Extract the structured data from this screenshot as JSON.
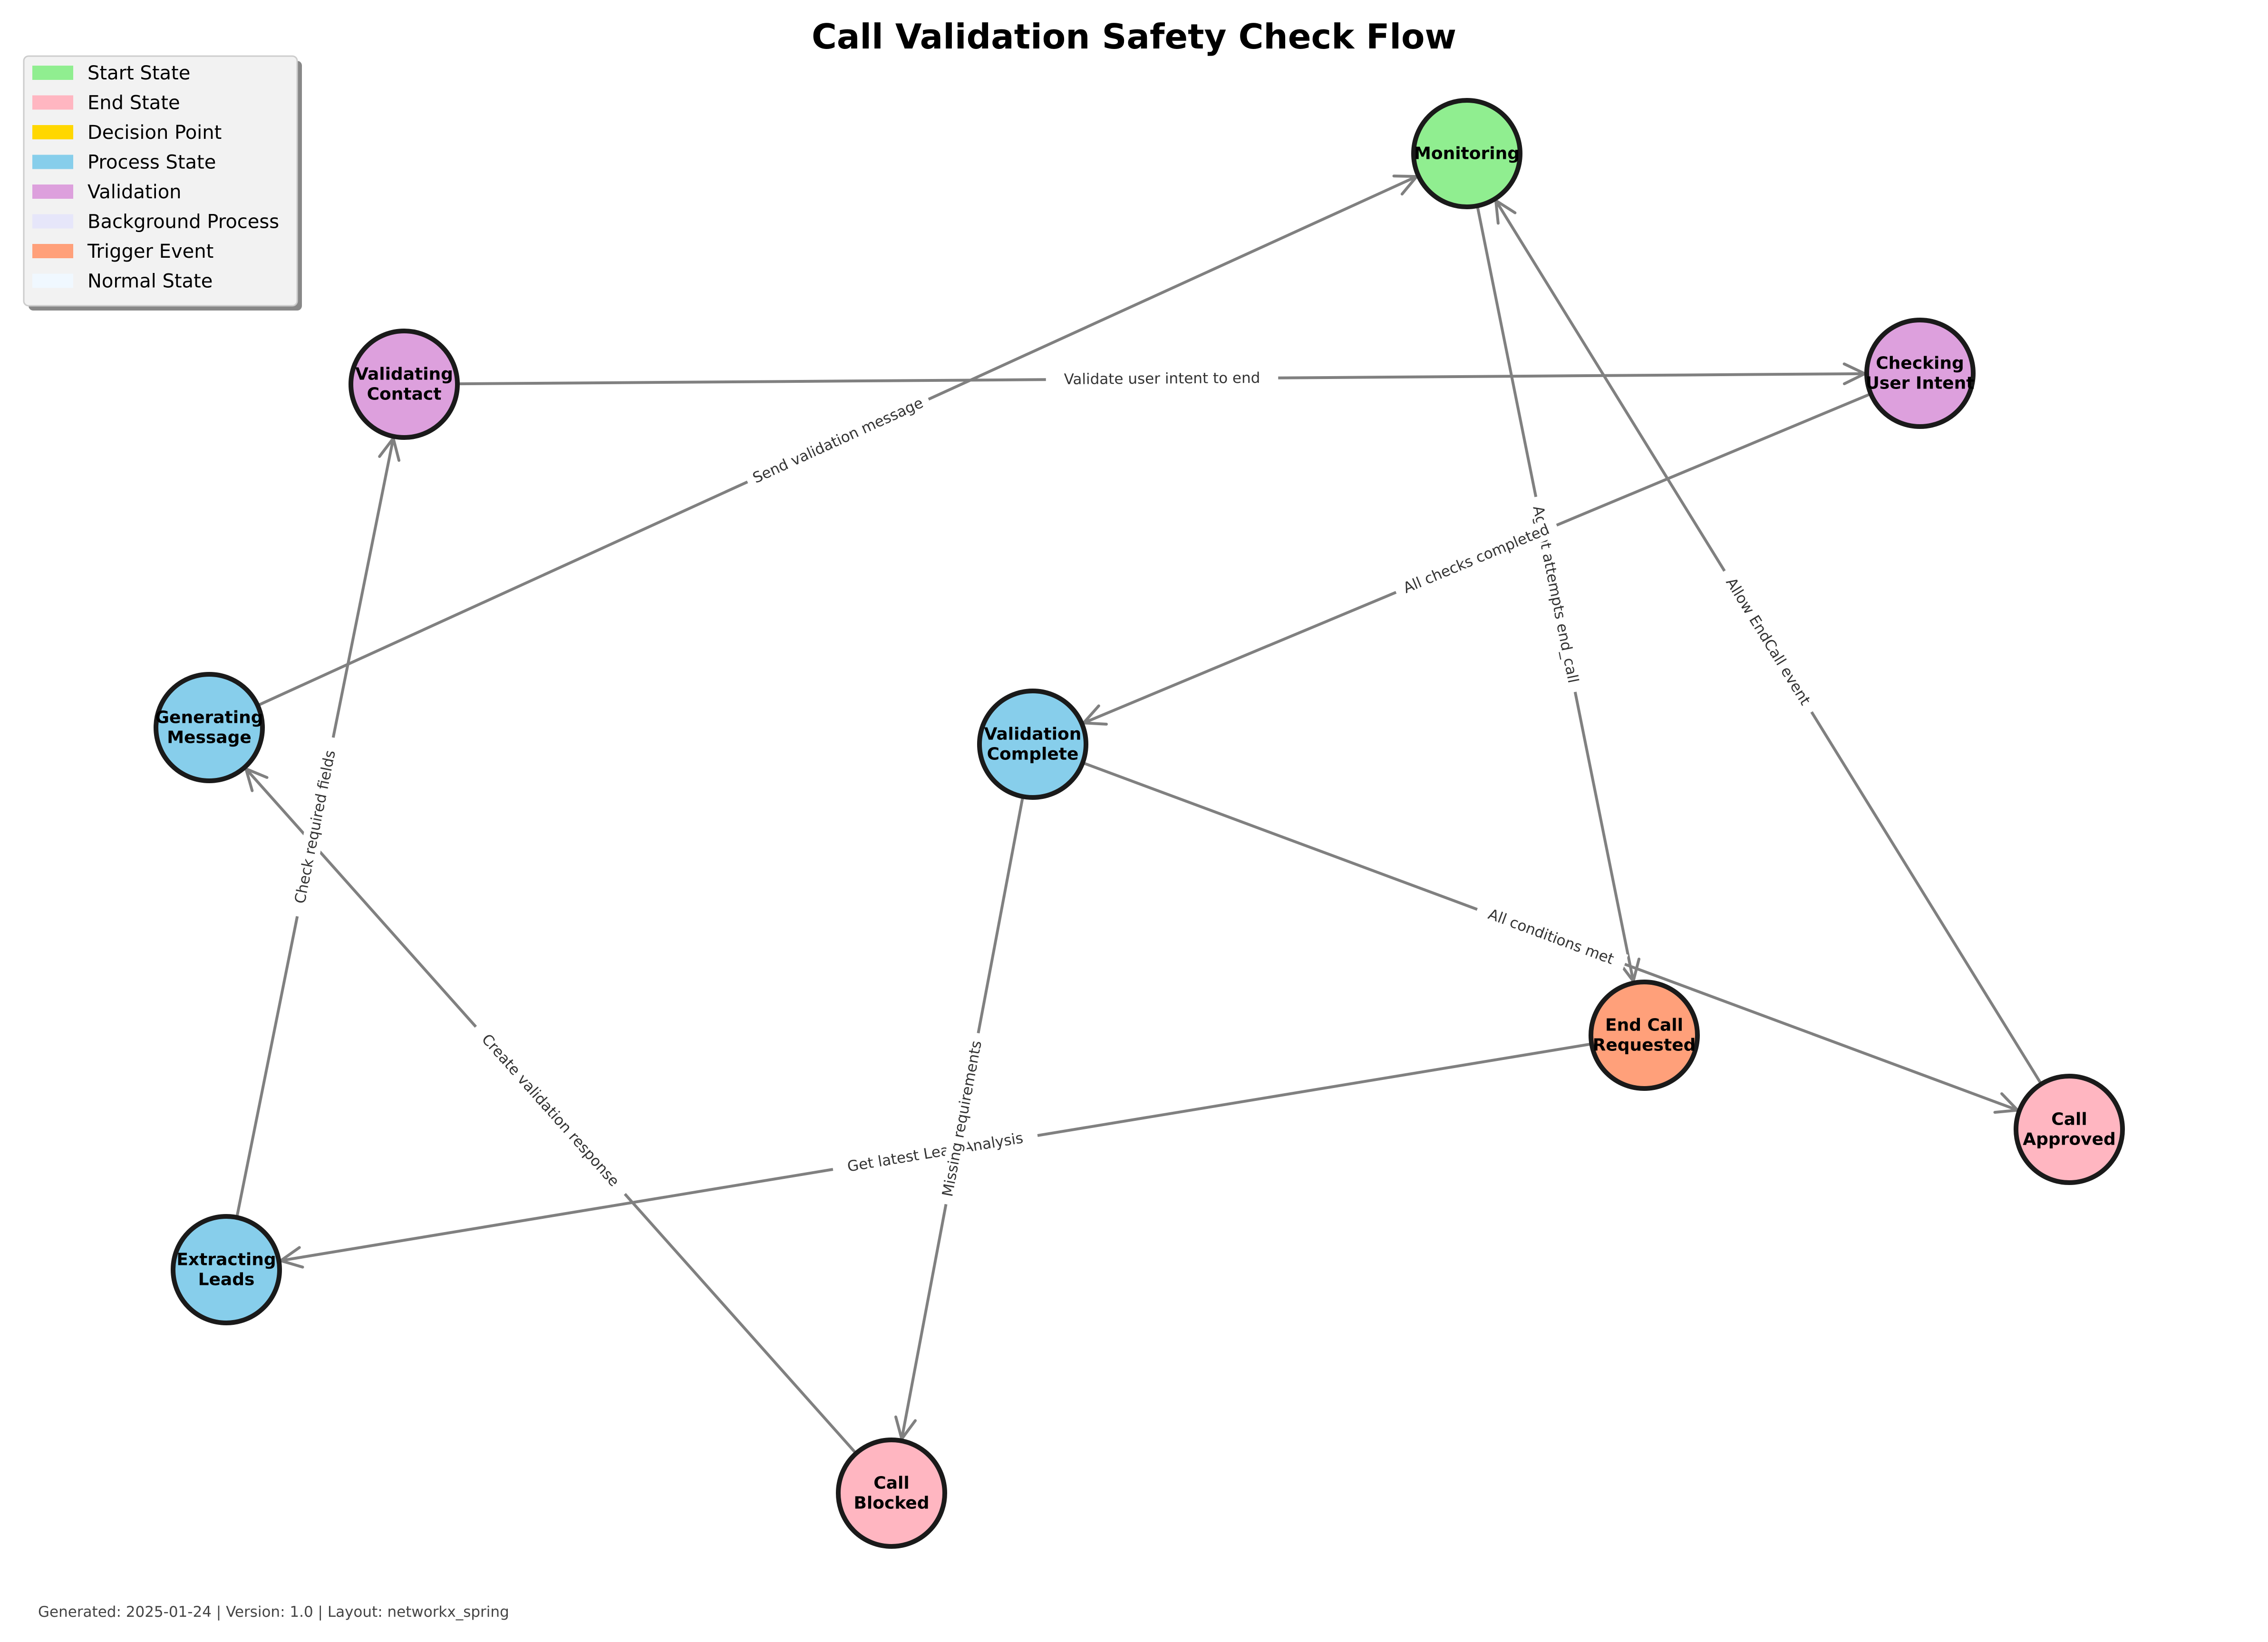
{
  "title": "Call Validation Safety Check Flow",
  "footer": "Generated: 2025-01-24 | Version: 1.0 | Layout: networkx_spring",
  "legend": [
    {
      "label": "Start State",
      "color": "#90EE90"
    },
    {
      "label": "End State",
      "color": "#FFB6C1"
    },
    {
      "label": "Decision Point",
      "color": "#FFD700"
    },
    {
      "label": "Process State",
      "color": "#87CEEB"
    },
    {
      "label": "Validation",
      "color": "#DDA0DD"
    },
    {
      "label": "Background Process",
      "color": "#E6E6FA"
    },
    {
      "label": "Trigger Event",
      "color": "#FFA07A"
    },
    {
      "label": "Normal State",
      "color": "#F0F8FF"
    }
  ],
  "nodes": [
    {
      "id": "monitoring",
      "lines": [
        "Monitoring"
      ],
      "kind": "Start State",
      "color": "#90EE90"
    },
    {
      "id": "validating_contact",
      "lines": [
        "Validating",
        "Contact"
      ],
      "kind": "Validation",
      "color": "#DDA0DD"
    },
    {
      "id": "checking_user_intent",
      "lines": [
        "Checking",
        "User Intent"
      ],
      "kind": "Validation",
      "color": "#DDA0DD"
    },
    {
      "id": "generating_message",
      "lines": [
        "Generating",
        "Message"
      ],
      "kind": "Process State",
      "color": "#87CEEB"
    },
    {
      "id": "validation_complete",
      "lines": [
        "Validation",
        "Complete"
      ],
      "kind": "Process State",
      "color": "#87CEEB"
    },
    {
      "id": "end_call_requested",
      "lines": [
        "End Call",
        "Requested"
      ],
      "kind": "Trigger Event",
      "color": "#FFA07A"
    },
    {
      "id": "call_approved",
      "lines": [
        "Call",
        "Approved"
      ],
      "kind": "End State",
      "color": "#FFB6C1"
    },
    {
      "id": "extracting_leads",
      "lines": [
        "Extracting",
        "Leads"
      ],
      "kind": "Process State",
      "color": "#87CEEB"
    },
    {
      "id": "call_blocked",
      "lines": [
        "Call",
        "Blocked"
      ],
      "kind": "End State",
      "color": "#FFB6C1"
    }
  ],
  "edges": [
    {
      "from": "monitoring",
      "to": "end_call_requested",
      "label": "Agent attempts end_call"
    },
    {
      "from": "end_call_requested",
      "to": "extracting_leads",
      "label": "Get latest Lead Analysis"
    },
    {
      "from": "extracting_leads",
      "to": "validating_contact",
      "label": "Check required fields"
    },
    {
      "from": "validating_contact",
      "to": "checking_user_intent",
      "label": "Validate user intent to end"
    },
    {
      "from": "checking_user_intent",
      "to": "validation_complete",
      "label": "All checks completed"
    },
    {
      "from": "validation_complete",
      "to": "call_approved",
      "label": "All conditions met"
    },
    {
      "from": "validation_complete",
      "to": "call_blocked",
      "label": "Missing requirements"
    },
    {
      "from": "call_blocked",
      "to": "generating_message",
      "label": "Create validation response"
    },
    {
      "from": "generating_message",
      "to": "monitoring",
      "label": "Send validation message"
    },
    {
      "from": "call_approved",
      "to": "monitoring",
      "label": "Allow EndCall event"
    }
  ]
}
